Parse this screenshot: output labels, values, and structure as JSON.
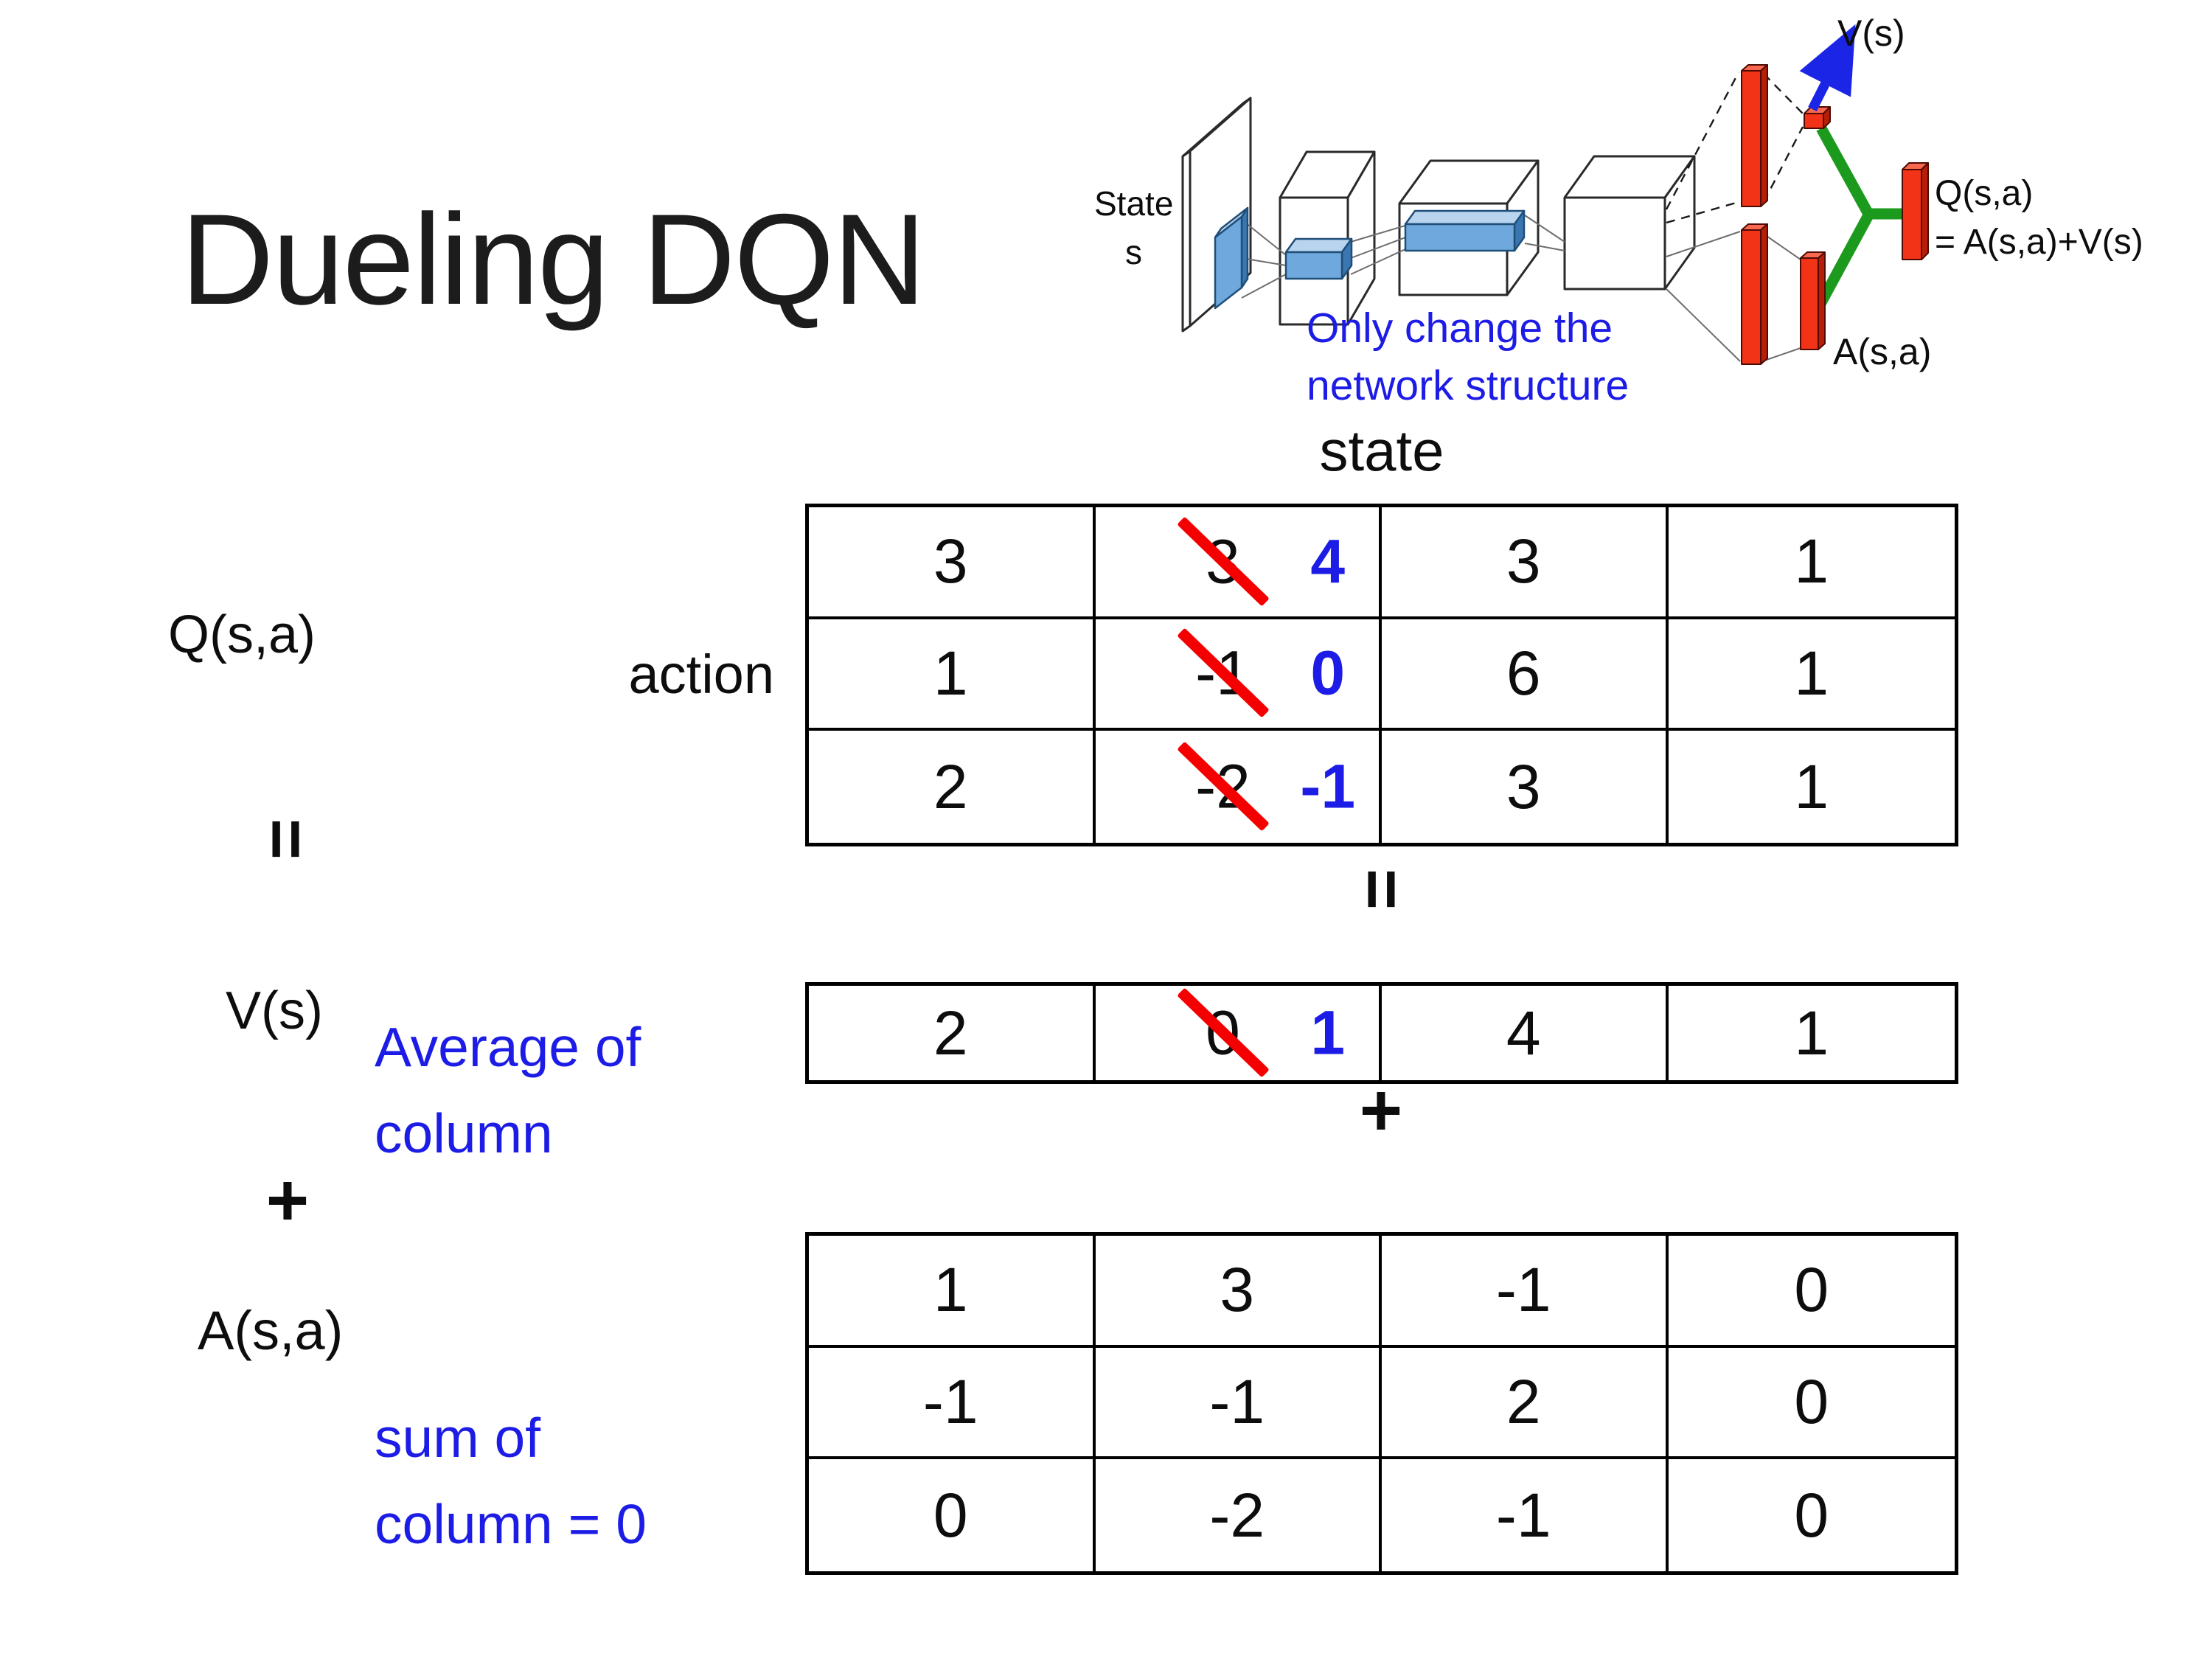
{
  "slide": {
    "title": "Dueling DQN"
  },
  "network_diagram": {
    "state_label": "State",
    "state_sub": "s",
    "note_line1": "Only change the",
    "note_line2": "network structure",
    "v_output_label": "V(s)",
    "q_output_label_line1": "Q(s,a)",
    "q_output_label_line2": "= A(s,a)+V(s)",
    "a_output_label": "A(s,a)"
  },
  "decomposition": {
    "state_header": "state",
    "action_label": "action",
    "q_label": "Q(s,a)",
    "equals_left": "=",
    "equals_center": "=",
    "plus_left": "+",
    "plus_center": "+",
    "v_label": "V(s)",
    "v_note_line1": "Average of",
    "v_note_line2": "column",
    "a_label": "A(s,a)",
    "a_note_line1": "sum of",
    "a_note_line2": "column = 0",
    "q_matrix": [
      [
        {
          "text": "3"
        },
        {
          "old": "3",
          "new": "4"
        },
        {
          "text": "3"
        },
        {
          "text": "1"
        }
      ],
      [
        {
          "text": "1"
        },
        {
          "old": "-1",
          "new": "0"
        },
        {
          "text": "6"
        },
        {
          "text": "1"
        }
      ],
      [
        {
          "text": "2"
        },
        {
          "old": "-2",
          "new": "-1"
        },
        {
          "text": "3"
        },
        {
          "text": "1"
        }
      ]
    ],
    "v_matrix": [
      [
        {
          "text": "2"
        },
        {
          "old": "0",
          "new": "1"
        },
        {
          "text": "4"
        },
        {
          "text": "1"
        }
      ]
    ],
    "a_matrix": [
      [
        {
          "text": "1"
        },
        {
          "text": "3"
        },
        {
          "text": "-1"
        },
        {
          "text": "0"
        }
      ],
      [
        {
          "text": "-1"
        },
        {
          "text": "-1"
        },
        {
          "text": "2"
        },
        {
          "text": "0"
        }
      ],
      [
        {
          "text": "0"
        },
        {
          "text": "-2"
        },
        {
          "text": "-1"
        },
        {
          "text": "0"
        }
      ]
    ]
  },
  "colors": {
    "accent_blue": "#1c1ce6",
    "strike_red": "#f50000",
    "bar_red": "#f23318",
    "connector_green": "#1c9a1e",
    "slab_blue": "#6fa8dc",
    "text_black": "#0d0d0d"
  }
}
